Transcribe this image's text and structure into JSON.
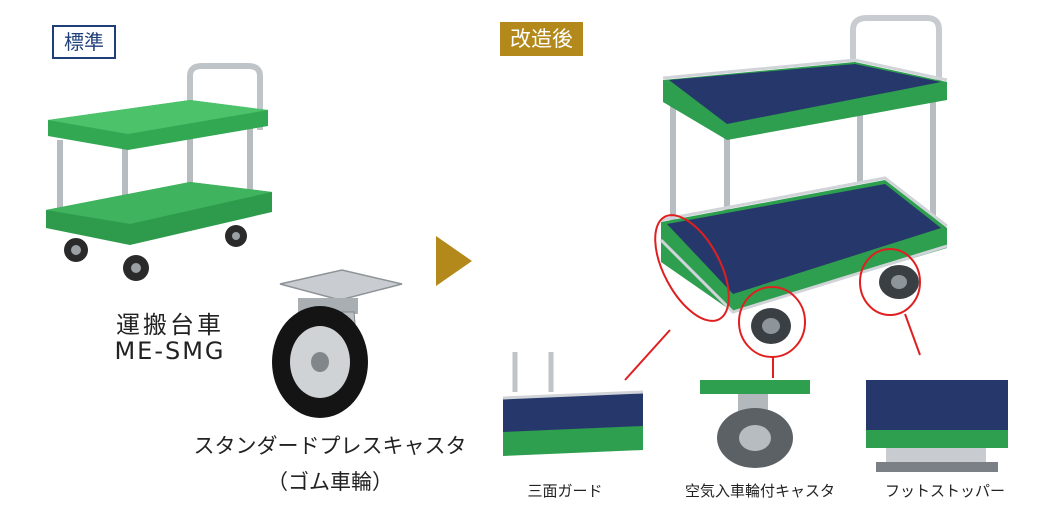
{
  "labels": {
    "standard": "標準",
    "modified": "改造後",
    "product_name": "運搬台車",
    "product_model": "ME-SMG",
    "caster_name": "スタンダードプレスキャスタ",
    "caster_type": "（ゴム車輪）",
    "detail_guard": "三面ガード",
    "detail_caster": "空気入車輪付キャスタ",
    "detail_stopper": "フットストッパー"
  },
  "colors": {
    "accent_gold": "#b2891a",
    "badge_blue": "#1f3f7a",
    "cart_green": "#2e9e4f",
    "mat_navy": "#26386b",
    "highlight_red": "#e02020",
    "chrome": "#c8ccd0"
  }
}
